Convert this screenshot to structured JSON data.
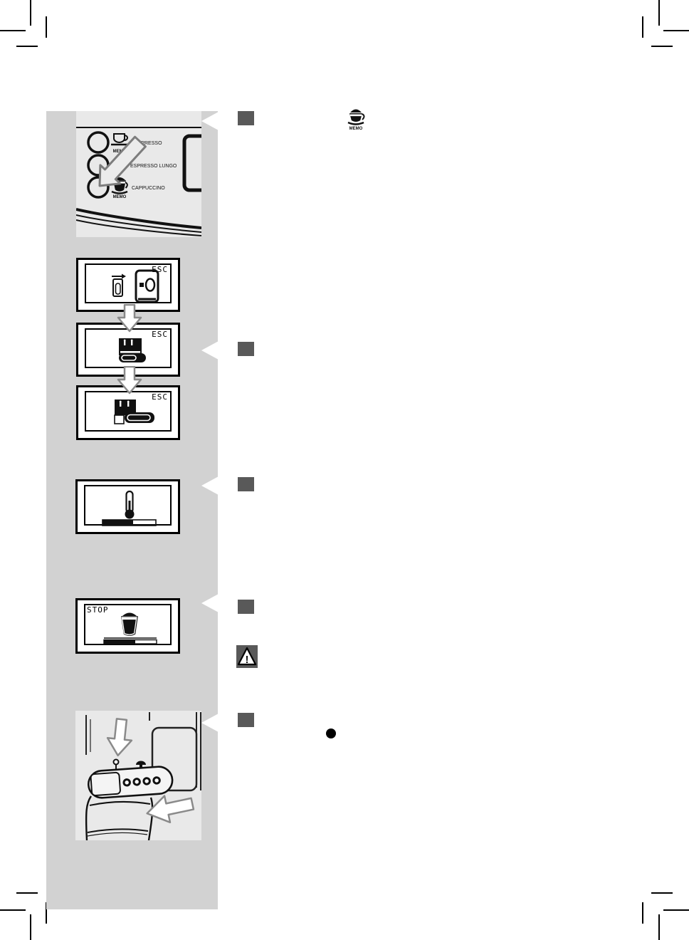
{
  "colors": {
    "page_bg": "#ffffff",
    "band_bg": "#d2d2d2",
    "panel_bg": "#e9e9e9",
    "marker_bg": "#595959",
    "ink": "#000000",
    "arrow_outline": "#7d7d7d"
  },
  "machine_panel": {
    "buttons": [
      {
        "label": "ESPRESSO",
        "memo_label": "MEMO"
      },
      {
        "label": "ESPRESSO LUNGO"
      },
      {
        "label": "CAPPUCCINO",
        "memo_label": "MEMO"
      }
    ]
  },
  "displays": {
    "esc_label": "ESC",
    "stop_label": "STOP"
  },
  "inline_icons": {
    "memo_cup_label": "MEMO",
    "warning_mark": "!"
  }
}
